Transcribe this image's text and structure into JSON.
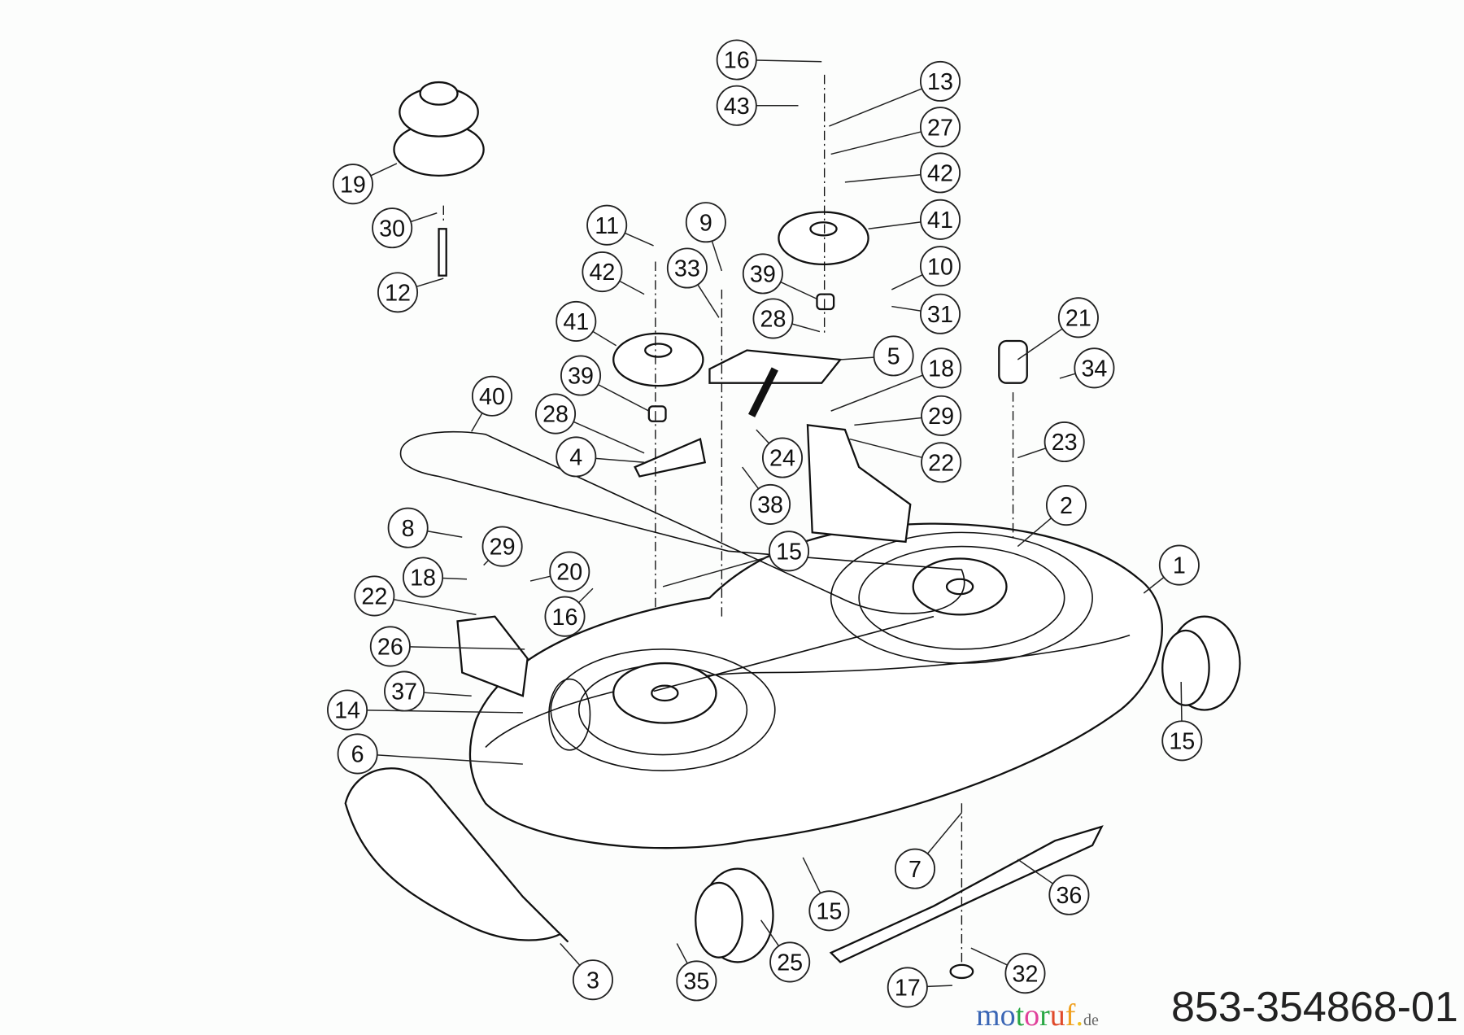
{
  "diagram": {
    "part_number": "853-354868-01",
    "watermark": "motoruf.de",
    "callouts": [
      "16",
      "43",
      "13",
      "27",
      "42",
      "41",
      "10",
      "31",
      "39",
      "28",
      "5",
      "18",
      "29",
      "22",
      "21",
      "34",
      "23",
      "2",
      "1",
      "15",
      "19",
      "30",
      "12",
      "11",
      "9",
      "42",
      "33",
      "41",
      "39",
      "28",
      "4",
      "40",
      "24",
      "38",
      "15",
      "8",
      "29",
      "18",
      "20",
      "16",
      "22",
      "26",
      "37",
      "14",
      "6",
      "3",
      "35",
      "25",
      "15",
      "7",
      "36",
      "32",
      "17"
    ]
  }
}
